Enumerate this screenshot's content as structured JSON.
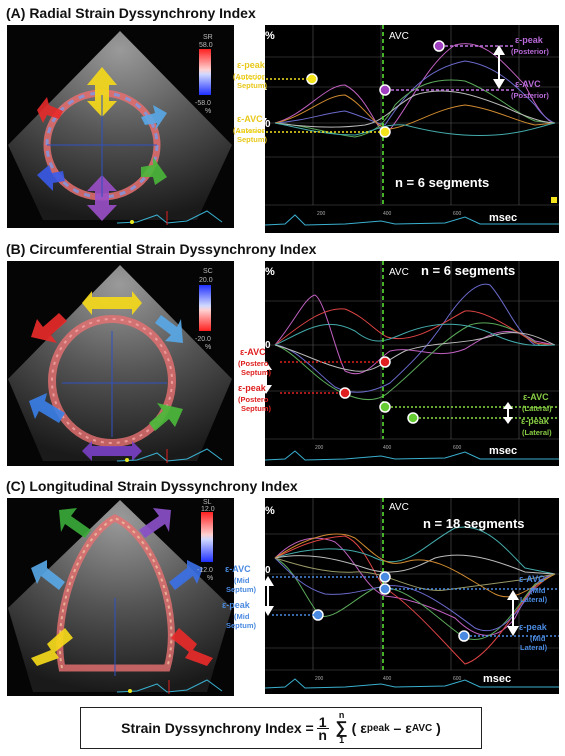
{
  "formula": {
    "lhs": "Strain Dyssynchrony Index =",
    "frac_num": "1",
    "frac_den": "n",
    "sum_top": "n",
    "sum_sign": "∑",
    "sum_bottom": "1",
    "open": "(",
    "eps1": "ε",
    "sub1": "peak",
    "minus": " – ",
    "eps2": "ε",
    "sub2": "AVC",
    "close": ")"
  },
  "panels": [
    {
      "title": "(A) Radial Strain Dyssynchrony Index",
      "scale_label": "SR",
      "scale_top": "58.0",
      "scale_bottom": "-58.0",
      "scale_unit": "%",
      "pct": "%",
      "zero": "0",
      "avc": "AVC",
      "n_label": "n = 6 segments",
      "msec": "msec",
      "ticks": [
        "200",
        "400",
        "600"
      ],
      "left_peak_1": "ε-peak",
      "left_peak_2": "(Anterior",
      "left_peak_3": "Septum)",
      "left_avc_1": "ε-AVC",
      "left_avc_2": "(Anterior",
      "left_avc_3": "Septum)",
      "right_peak_1": "ε-peak",
      "right_peak_2": "(Posterior)",
      "right_avc_1": "ε-AVC",
      "right_avc_2": "(Posterior)",
      "colors": {
        "peak": "#f5e31b",
        "avc": "#a040c0",
        "line": "#33cc33"
      }
    },
    {
      "title": "(B) Circumferential Strain Dyssynchrony Index",
      "scale_label": "SC",
      "scale_top": "20.0",
      "scale_bottom": "-20.0",
      "scale_unit": "%",
      "pct": "%",
      "zero": "0",
      "avc": "AVC",
      "n_label": "n = 6 segments",
      "msec": "msec",
      "ticks": [
        "200",
        "400",
        "600"
      ],
      "left_avc_1": "ε-AVC",
      "left_avc_2": "(Postero",
      "left_avc_3": "Septum)",
      "left_peak_1": "ε-peak",
      "left_peak_2": "(Postero",
      "left_peak_3": "Septum)",
      "right_avc_1": "ε-AVC",
      "right_avc_2": "(Lateral)",
      "right_peak_1": "ε-peak",
      "right_peak_2": "(Lateral)",
      "colors": {
        "left": "#e02020",
        "right": "#66cc33"
      }
    },
    {
      "title": "(C) Longitudinal Strain Dyssynchrony Index",
      "scale_label": "SL",
      "scale_top": "12.0",
      "scale_bottom": "-12.0",
      "scale_unit": "%",
      "pct": "%",
      "zero": "0",
      "avc": "AVC",
      "n_label": "n = 18 segments",
      "msec": "msec",
      "ticks": [
        "200",
        "400",
        "600"
      ],
      "left_avc_1": "ε-AVC",
      "left_avc_2": "(Mid",
      "left_avc_3": "Septum)",
      "left_peak_1": "ε-peak",
      "left_peak_2": "(Mid",
      "left_peak_3": "Septum)",
      "right_avc_1": "ε-AVC",
      "right_avc_2": "(Mid",
      "right_avc_3": "Lateral)",
      "right_peak_1": "ε-peak",
      "right_peak_2": "(Mid",
      "right_peak_3": "Lateral)",
      "colors": {
        "label": "#4a8ae0"
      }
    }
  ]
}
